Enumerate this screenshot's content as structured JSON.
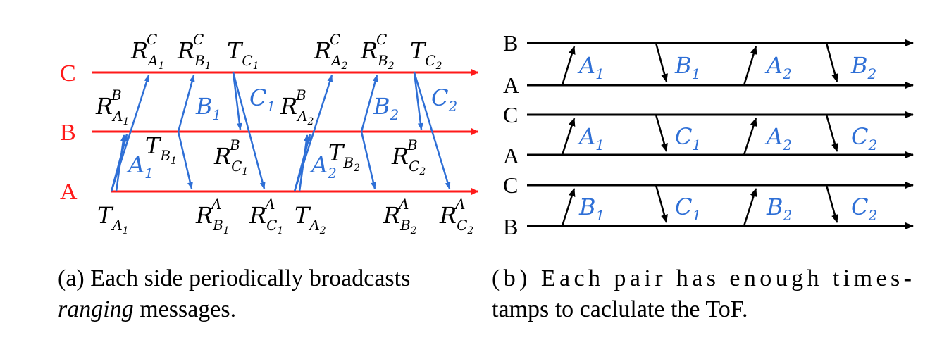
{
  "colors": {
    "red": "#ff1a1a",
    "blue": "#2e6fd6",
    "black": "#000000"
  },
  "panel_a": {
    "node_labels": {
      "c": "C",
      "b": "B",
      "a": "A"
    },
    "timestamps": {
      "r_a1_c": {
        "base": "R",
        "sup": "C",
        "sub": "A",
        "subsub": "1"
      },
      "r_b1_c": {
        "base": "R",
        "sup": "C",
        "sub": "B",
        "subsub": "1"
      },
      "t_c1": {
        "base": "T",
        "sub": "C",
        "subsub": "1"
      },
      "r_a2_c": {
        "base": "R",
        "sup": "C",
        "sub": "A",
        "subsub": "2"
      },
      "r_b2_c": {
        "base": "R",
        "sup": "C",
        "sub": "B",
        "subsub": "2"
      },
      "t_c2": {
        "base": "T",
        "sub": "C",
        "subsub": "2"
      },
      "r_a1_b": {
        "base": "R",
        "sup": "B",
        "sub": "A",
        "subsub": "1"
      },
      "r_a2_b": {
        "base": "R",
        "sup": "B",
        "sub": "A",
        "subsub": "2"
      },
      "t_b1": {
        "base": "T",
        "sub": "B",
        "subsub": "1"
      },
      "r_c1_b": {
        "base": "R",
        "sup": "B",
        "sub": "C",
        "subsub": "1"
      },
      "t_b2": {
        "base": "T",
        "sub": "B",
        "subsub": "2"
      },
      "r_c2_b": {
        "base": "R",
        "sup": "B",
        "sub": "C",
        "subsub": "2"
      },
      "t_a1": {
        "base": "T",
        "sub": "A",
        "subsub": "1"
      },
      "r_b1_a": {
        "base": "R",
        "sup": "A",
        "sub": "B",
        "subsub": "1"
      },
      "r_c1_a": {
        "base": "R",
        "sup": "A",
        "sub": "C",
        "subsub": "1"
      },
      "t_a2": {
        "base": "T",
        "sub": "A",
        "subsub": "2"
      },
      "r_b2_a": {
        "base": "R",
        "sup": "A",
        "sub": "B",
        "subsub": "2"
      },
      "r_c2_a": {
        "base": "R",
        "sup": "A",
        "sub": "C",
        "subsub": "2"
      }
    },
    "messages": {
      "a1": {
        "base": "A",
        "sub": "1"
      },
      "b1": {
        "base": "B",
        "sub": "1"
      },
      "c1": {
        "base": "C",
        "sub": "1"
      },
      "a2": {
        "base": "A",
        "sub": "2"
      },
      "b2": {
        "base": "B",
        "sub": "2"
      },
      "c2": {
        "base": "C",
        "sub": "2"
      }
    },
    "caption_line1": "(a) Each side periodically broadcasts",
    "caption_line2_italic": "ranging",
    "caption_line2_rest": " messages."
  },
  "panel_b": {
    "rows": [
      {
        "top": "B",
        "bottom": "A",
        "msgs": [
          {
            "base": "A",
            "sub": "1"
          },
          {
            "base": "B",
            "sub": "1"
          },
          {
            "base": "A",
            "sub": "2"
          },
          {
            "base": "B",
            "sub": "2"
          }
        ]
      },
      {
        "top": "C",
        "bottom": "A",
        "msgs": [
          {
            "base": "A",
            "sub": "1"
          },
          {
            "base": "C",
            "sub": "1"
          },
          {
            "base": "A",
            "sub": "2"
          },
          {
            "base": "C",
            "sub": "2"
          }
        ]
      },
      {
        "top": "C",
        "bottom": "B",
        "msgs": [
          {
            "base": "B",
            "sub": "1"
          },
          {
            "base": "C",
            "sub": "1"
          },
          {
            "base": "B",
            "sub": "2"
          },
          {
            "base": "C",
            "sub": "2"
          }
        ]
      }
    ],
    "caption_line1": "(b) Each pair has enough times-",
    "caption_line2": "tamps to caclulate the ToF."
  }
}
